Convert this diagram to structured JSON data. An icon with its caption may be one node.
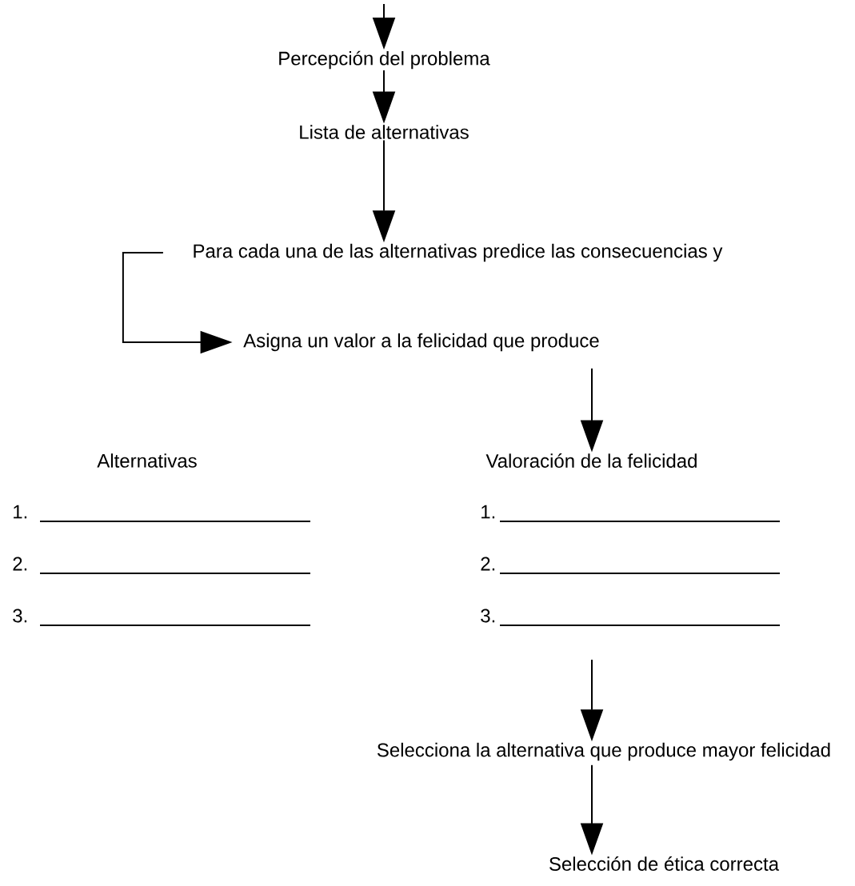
{
  "diagram": {
    "nodes": [
      {
        "text": [
          "Percepción del problema"
        ]
      },
      {
        "text": [
          "Lista de alternativas"
        ]
      },
      {
        "text": [
          "Para cada una de las alternativas predice las consecuencias y"
        ]
      },
      {
        "text": [
          "Asigna un valor a la felicidad que produce"
        ]
      },
      {
        "text": [
          "Alternativas"
        ]
      },
      {
        "text": [
          "Valoración de la felicidad"
        ]
      },
      {
        "text": [
          "Selecciona la alternativa que produce mayor felicidad"
        ]
      },
      {
        "text": [
          "Selección de ética correcta"
        ]
      }
    ],
    "edges": [
      {
        "from": null,
        "to": 0,
        "arrow": "to"
      },
      {
        "from": 0,
        "to": 1,
        "arrow": "to"
      },
      {
        "from": 1,
        "to": 2,
        "arrow": "to"
      },
      {
        "from": 2,
        "to": 3,
        "arrow": "to"
      },
      {
        "from": 3,
        "to": 5,
        "arrow": "to"
      },
      {
        "from": null,
        "to": 6,
        "arrow": "to"
      },
      {
        "from": 6,
        "to": 7,
        "arrow": "to"
      }
    ],
    "labels": [
      "1.",
      "1.",
      "2.",
      "2.",
      "3.",
      "3."
    ]
  }
}
